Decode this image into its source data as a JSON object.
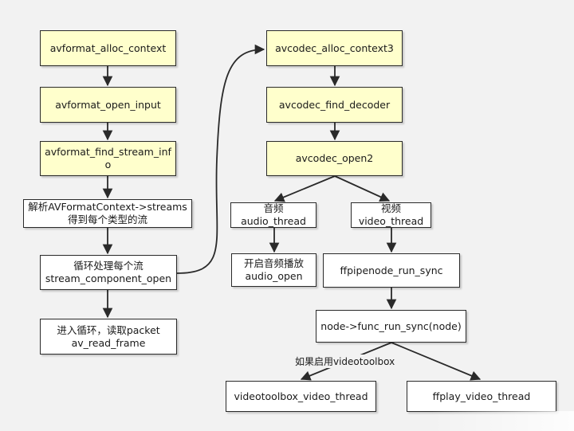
{
  "nodes": {
    "avformat_alloc_context": "avformat_alloc_context",
    "avformat_open_input": "avformat_open_input",
    "avformat_find_stream_info": "avformat_find_stream_info",
    "parse_streams_line1": "解析AVFormatContext->streams",
    "parse_streams_line2": "得到每个类型的流",
    "loop_streams_line1": "循环处理每个流",
    "loop_streams_line2": "stream_component_open",
    "read_loop_line1": "进入循环，读取packet",
    "read_loop_line2": "av_read_frame",
    "avcodec_alloc_context3": "avcodec_alloc_context3",
    "avcodec_find_decoder": "avcodec_find_decoder",
    "avcodec_open2": "avcodec_open2",
    "audio_thread_line1": "音频",
    "audio_thread_line2": "audio_thread",
    "video_thread_line1": "视频",
    "video_thread_line2": "video_thread",
    "audio_open_line1": "开启音频播放",
    "audio_open_line2": "audio_open",
    "ffpipenode_run_sync": "ffpipenode_run_sync",
    "func_run_sync": "node->func_run_sync(node)",
    "videotoolbox_video_thread": "videotoolbox_video_thread",
    "ffplay_video_thread": "ffplay_video_thread"
  },
  "edge_labels": {
    "videotoolbox_condition": "如果启用videotoolbox"
  },
  "colors": {
    "yellow_fill": "#ffffcc",
    "white_fill": "#ffffff",
    "border": "#2a2a2a",
    "background": "#f2f2f2"
  }
}
